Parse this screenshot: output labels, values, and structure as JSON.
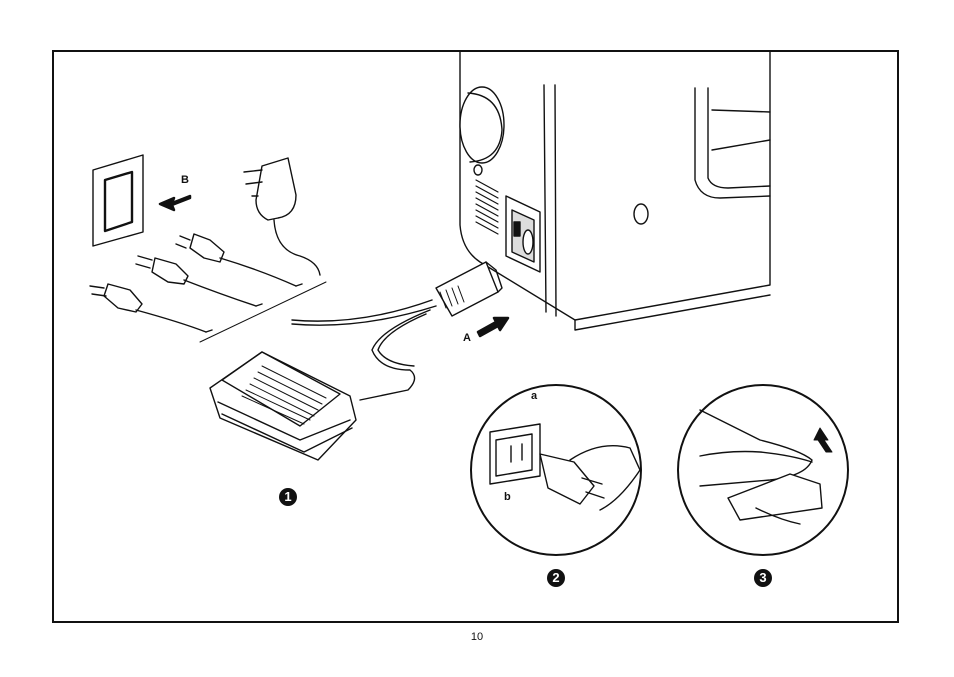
{
  "labels": {
    "arrow_a": "A",
    "arrow_b": "B",
    "detail_a": "a",
    "detail_b": "b"
  },
  "steps": {
    "one": "1",
    "two": "2",
    "three": "3"
  },
  "page_number": "10"
}
